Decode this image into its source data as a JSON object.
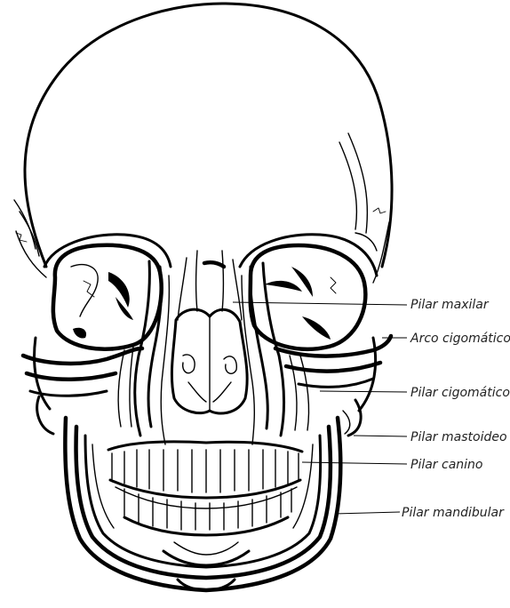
{
  "labels": {
    "pilar_maxilar": "Pilar maxilar",
    "arco_cigomatico": "Arco cigomático",
    "pilar_cigomatico": "Pilar cigomático",
    "pilar_mastoideo": "Pilar mastoideo",
    "pilar_canino": "Pilar canino",
    "pilar_mandibular": "Pilar mandibular"
  }
}
